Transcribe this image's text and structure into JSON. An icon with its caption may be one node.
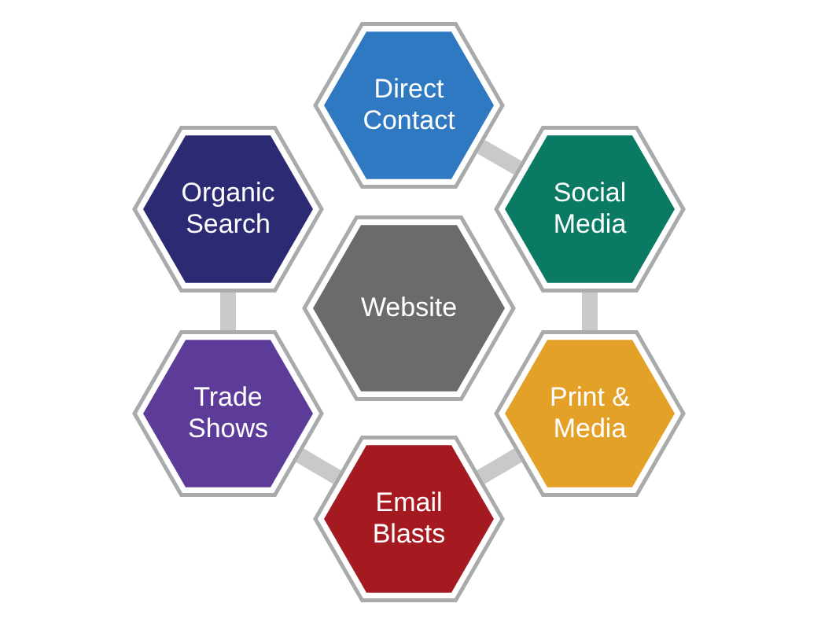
{
  "diagram": {
    "nodes": [
      {
        "text": [
          "Direct Contact"
        ]
      },
      {
        "text": [
          "Organic Search"
        ]
      },
      {
        "text": [
          "Social Media"
        ]
      },
      {
        "text": [
          "Website"
        ]
      },
      {
        "text": [
          "Trade Shows"
        ]
      },
      {
        "text": [
          "Print & Media"
        ]
      },
      {
        "text": [
          "Email Blasts"
        ]
      }
    ],
    "edges": [
      {
        "from": 0,
        "to": 2,
        "arrow": "none"
      },
      {
        "from": 2,
        "to": 5,
        "arrow": "none"
      },
      {
        "from": 5,
        "to": 6,
        "arrow": "none"
      },
      {
        "from": 6,
        "to": 4,
        "arrow": "none"
      },
      {
        "from": 4,
        "to": 1,
        "arrow": "none"
      }
    ]
  }
}
